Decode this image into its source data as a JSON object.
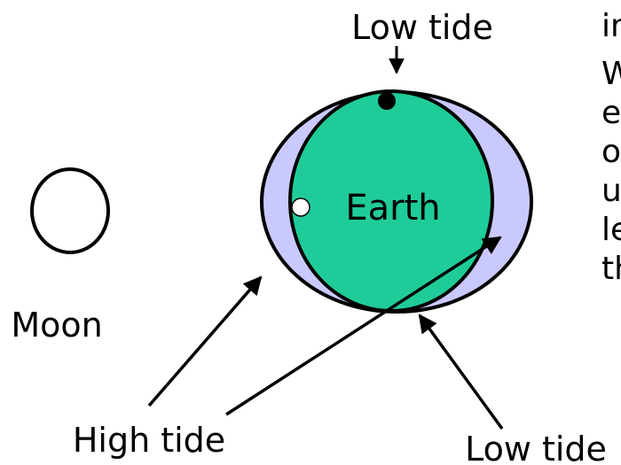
{
  "labels": {
    "low_tide_top": "Low tide",
    "earth": "Earth",
    "moon": "Moon",
    "high_tide": "High tide",
    "low_tide_bottom": "Low tide"
  },
  "side_text_fragments": {
    "line_1": "in",
    "line_2": "W",
    "line_3": "e",
    "line_4": "o",
    "line_5": "u",
    "line_6": "le",
    "line_7": "th"
  },
  "colors": {
    "earth_fill": "#1fcc99",
    "tidal_bulge_fill": "#c9c9ff",
    "outline": "#000000",
    "moon_fill": "#ffffff",
    "background": "#ffffff"
  }
}
